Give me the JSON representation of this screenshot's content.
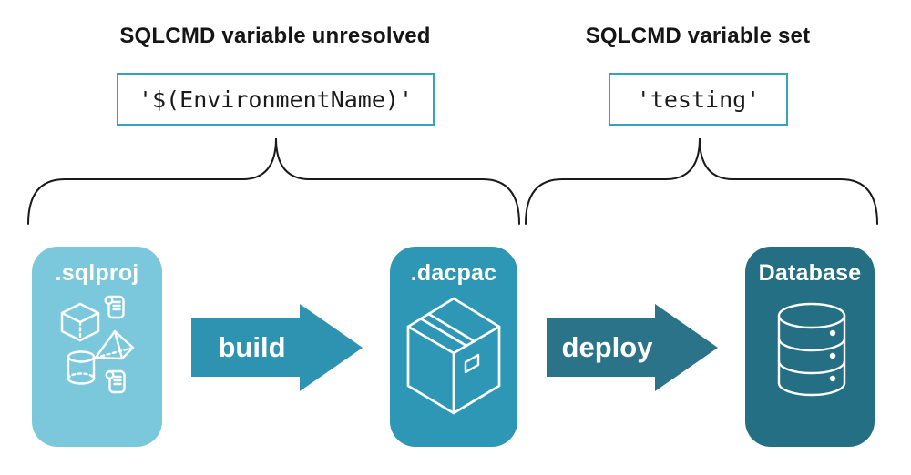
{
  "headings": {
    "left": "SQLCMD variable unresolved",
    "right": "SQLCMD variable set"
  },
  "code_boxes": {
    "unresolved": "'$(EnvironmentName)'",
    "resolved": "'testing'"
  },
  "pipeline": {
    "stages": [
      {
        "label": ".sqlproj",
        "icon": "sql-objects-icon",
        "color": "#7BC8DC"
      },
      {
        "label": ".dacpac",
        "icon": "package-box-icon",
        "color": "#2E97B5"
      },
      {
        "label": "Database",
        "icon": "database-cylinder-icon",
        "color": "#256F85"
      }
    ],
    "arrows": [
      {
        "label": "build",
        "color": "#2D93B0"
      },
      {
        "label": "deploy",
        "color": "#2A7389"
      }
    ]
  },
  "colors": {
    "background": "#FFFFFF",
    "heading_text": "#151515",
    "code_text": "#1A1A1A",
    "code_box_border": "#35A3C0",
    "brace_stroke": "#1A1A1A",
    "card_label_text": "#FFFFFF"
  }
}
